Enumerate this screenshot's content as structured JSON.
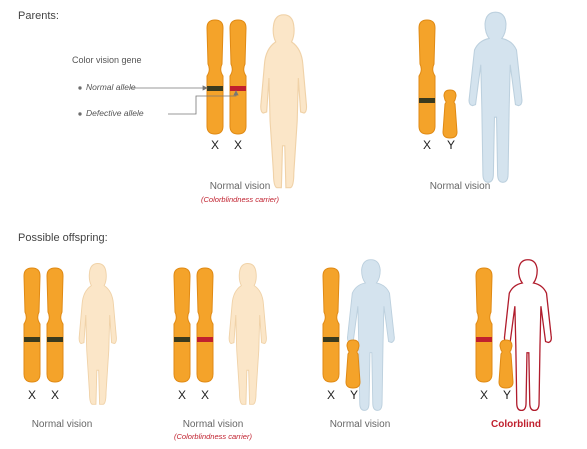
{
  "headings": {
    "parents": "Parents:",
    "offspring": "Possible offspring:"
  },
  "key": {
    "gene_title": "Color vision gene",
    "normal_allele": "Normal allele",
    "defective_allele": "Defective allele"
  },
  "colors": {
    "chromosome": "#f4a32a",
    "chromosome_edge": "#e08a14",
    "normal_allele": "#3a3a1e",
    "defective_allele": "#c0202e",
    "female": "#fbe6c8",
    "male": "#d4e3ee",
    "colorblind_outline": "#b01c2c"
  },
  "parents": [
    {
      "chromosomes": [
        "X",
        "X"
      ],
      "label": "Normal vision",
      "sublabel": "(Colorblindness carrier)"
    },
    {
      "chromosomes": [
        "X",
        "Y"
      ],
      "label": "Normal vision"
    }
  ],
  "offspring": [
    {
      "chromosomes": [
        "X",
        "X"
      ],
      "label": "Normal vision"
    },
    {
      "chromosomes": [
        "X",
        "X"
      ],
      "label": "Normal vision",
      "sublabel": "(Colorblindness carrier)"
    },
    {
      "chromosomes": [
        "X",
        "Y"
      ],
      "label": "Normal vision"
    },
    {
      "chromosomes": [
        "X",
        "Y"
      ],
      "label": "Colorblind"
    }
  ]
}
